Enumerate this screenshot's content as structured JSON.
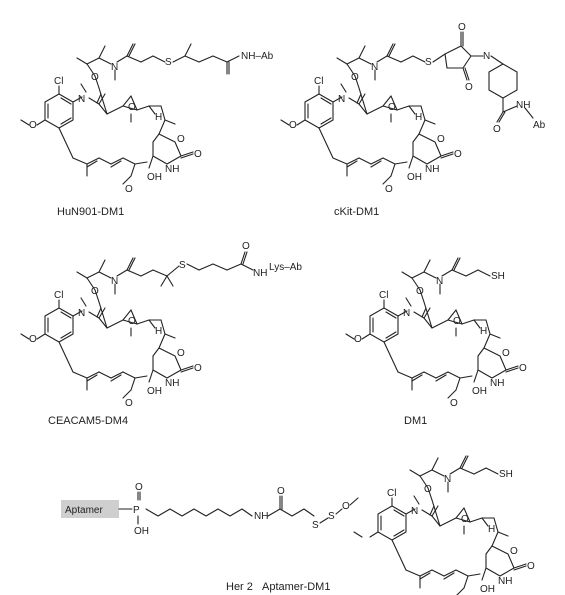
{
  "figure": {
    "captions": {
      "huN901": "HuN901-DM1",
      "ckit": "cKit-DM1",
      "ceacam5": "CEACAM5-DM4",
      "dm1": "DM1",
      "her2_prefix": "Her 2",
      "her2_main": "Aptamer-DM1"
    },
    "atom_labels": {
      "nh_ab": "NH–Ab",
      "nh_lys_ab": "NH",
      "lys_ab": "Lys–Ab",
      "sh": "SH",
      "s": "S",
      "n": "N",
      "o": "O",
      "cl": "Cl",
      "h": "H",
      "oh": "OH",
      "nh": "NH",
      "ab": "Ab",
      "p": "P",
      "aptamer": "Aptamer"
    }
  }
}
